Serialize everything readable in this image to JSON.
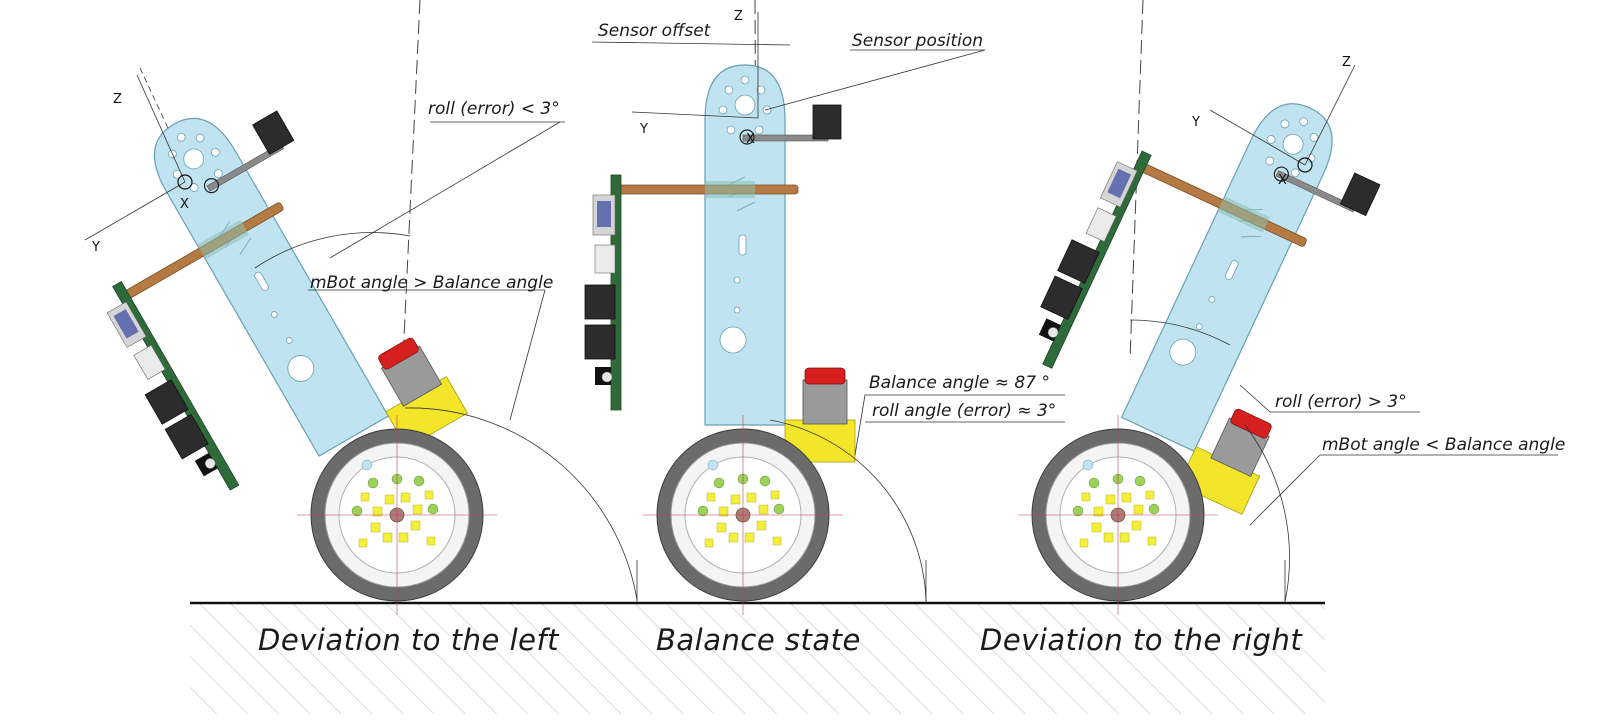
{
  "labels": {
    "sensor_offset": "Sensor offset",
    "sensor_position": "Sensor position",
    "roll_error_lt": "roll (error) < 3°",
    "mbot_gt_balance": "mBot angle > Balance angle",
    "balance_angle": "Balance angle ≈ 87 °",
    "roll_angle_error": "roll angle (error) ≈ 3°",
    "roll_error_gt": "roll (error) > 3°",
    "mbot_lt_balance": "mBot angle < Balance angle"
  },
  "captions": {
    "left": "Deviation to the left",
    "center": "Balance state",
    "right": "Deviation to the right"
  },
  "axes": {
    "z": "Z",
    "y": "Y",
    "x": "X"
  },
  "colors": {
    "plate": "#bfe3f1",
    "pcb": "#2f6b3a",
    "rod": "#b57a44",
    "tire": "#6b6b6b",
    "motor_red": "#d62020",
    "motor_yellow": "#f2e52a",
    "led_green": "#9bd25a",
    "led_yellow": "#f3ef3a"
  }
}
